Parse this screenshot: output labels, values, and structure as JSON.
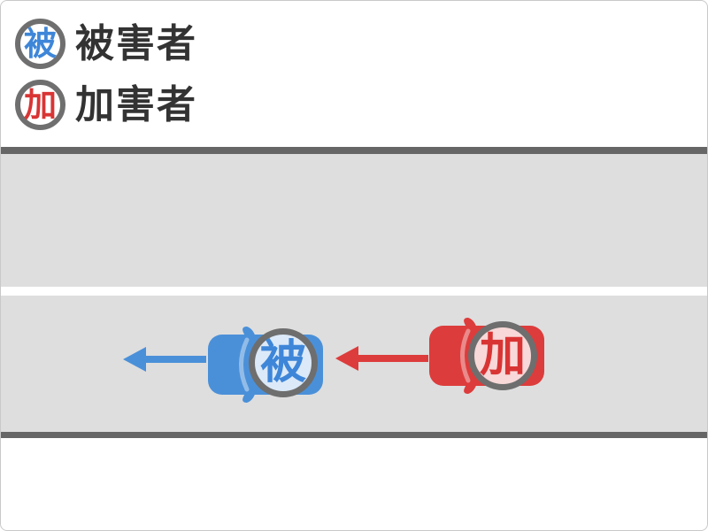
{
  "legend": {
    "items": [
      {
        "badge": "被",
        "label": "被害者",
        "role": "victim"
      },
      {
        "badge": "加",
        "label": "加害者",
        "role": "offender"
      }
    ]
  },
  "diagram": {
    "scenario": "rear-end-collision-same-direction",
    "victim_car_badge": "被",
    "offender_car_badge": "加",
    "victim_direction": "left",
    "offender_direction": "left",
    "lanes": 2
  },
  "colors": {
    "victim_blue": "#4a90d9",
    "offender_red": "#dd3c3c",
    "lane_gray": "#dedede",
    "road_edge_gray": "#666666",
    "badge_ring_gray": "#6e6e6e",
    "legend_text": "#333333"
  }
}
